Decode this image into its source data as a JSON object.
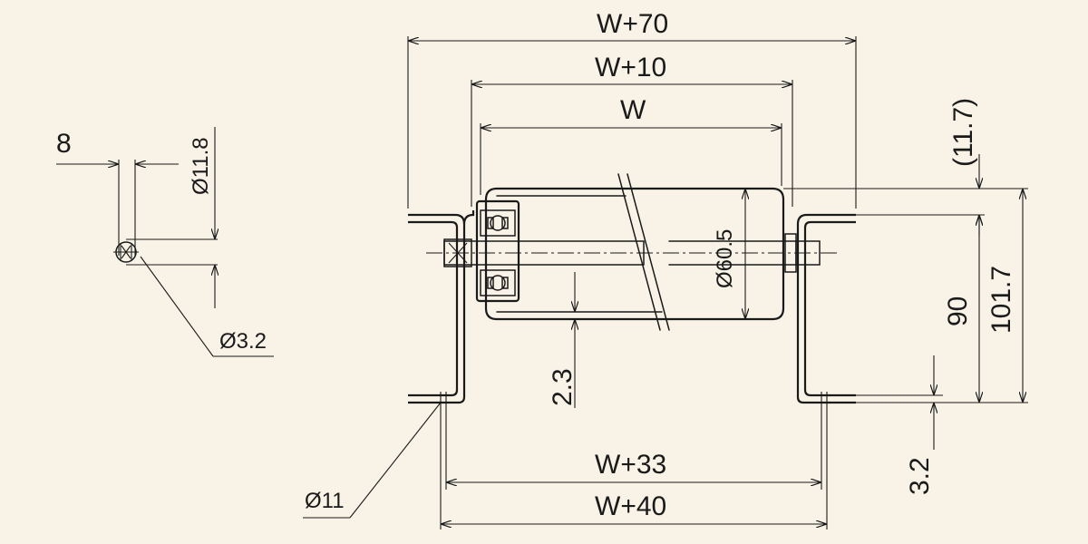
{
  "dimensions": {
    "w70": "W+70",
    "w10": "W+10",
    "w": "W",
    "w33": "W+33",
    "w40": "W+40",
    "d605": "Ø60.5",
    "d23": "2.3",
    "d117": "(11.7)",
    "d90": "90",
    "d1017": "101.7",
    "d32": "3.2",
    "d8": "8",
    "d118": "Ø11.8",
    "d32hole": "Ø3.2",
    "d11": "Ø11"
  },
  "colors": {
    "background": "#f8f3e6",
    "line": "#1a1a1a"
  }
}
